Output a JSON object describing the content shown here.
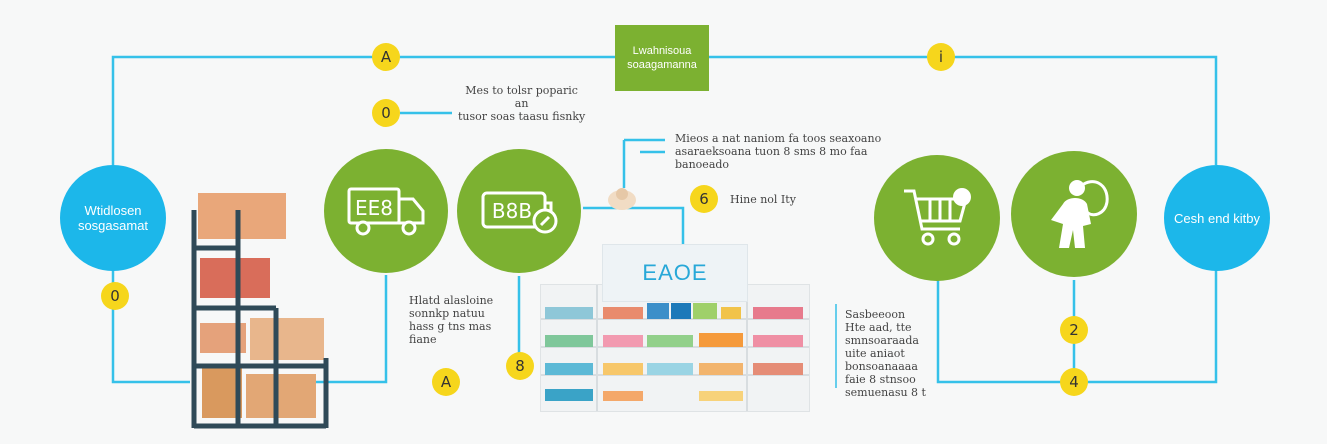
{
  "top_box": {
    "label": "Lwahnisoua\nsoaagamanna"
  },
  "circles": [
    {
      "id": "warehouse",
      "label": "Wtidlosen\nsosgasamat",
      "icon": "none"
    },
    {
      "id": "truck",
      "label": "",
      "icon": "truck-icon"
    },
    {
      "id": "battery",
      "label": "",
      "icon": "battery-icon"
    },
    {
      "id": "cart",
      "label": "",
      "icon": "shopping-cart-icon"
    },
    {
      "id": "person",
      "label": "",
      "icon": "person-icon"
    },
    {
      "id": "customer",
      "label": "Cesh end kitby",
      "icon": "none"
    }
  ],
  "badges": {
    "b_top_left": "A",
    "b_upper_left": "0",
    "b_left": "0",
    "b_store_left": "A",
    "b_store_mid": "8",
    "b_six": "6",
    "b_top_right": "i",
    "b_right_two": "2",
    "b_right_four": "4"
  },
  "notes": {
    "top_note": "Mes to tolsr poparic\nan\ntusor soas taasu fisnky",
    "mid_note": "Mieos a nat naniom fa toos seaxoano\nasaraeksoana tuon 8 sms 8 mo faa\nbanoeado",
    "six_note": "Hine nol Ity",
    "left_note": "Hlatd alasloine\nsonnkp natuu\nhass g tns mas\nfiane",
    "right_note": "Sasbeeoon\nHte aad, tte\nsmnsoaraada\nuite aniaot\nbonsoanaaaa\nfaie 8 stnsoo\nsemuenasu 8 t"
  },
  "store": {
    "sign": "EAOE"
  },
  "colors": {
    "blue": "#1cb7ea",
    "green": "#7cb131",
    "yellow": "#f6d61c",
    "line": "#35c1e9"
  }
}
